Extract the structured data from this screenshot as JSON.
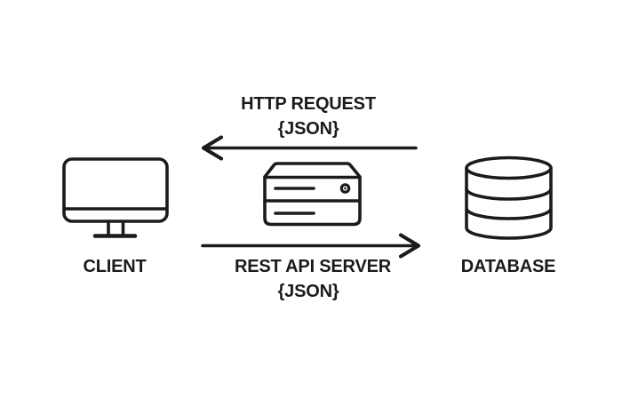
{
  "diagram": {
    "background_color": "#ffffff",
    "ink_color": "#1b1b1b",
    "top_flow": {
      "title": "HTTP REQUEST",
      "payload": "{JSON}",
      "arrow_direction": "left",
      "from": "server",
      "to": "client"
    },
    "bottom_flow": {
      "payload": "{JSON}",
      "arrow_direction": "right",
      "from": "client",
      "to": "database"
    },
    "nodes": {
      "client": {
        "label": "CLIENT",
        "icon": "monitor-icon"
      },
      "server": {
        "label": "REST API SERVER",
        "icon": "server-icon"
      },
      "database": {
        "label": "DATABASE",
        "icon": "database-icon"
      }
    }
  }
}
